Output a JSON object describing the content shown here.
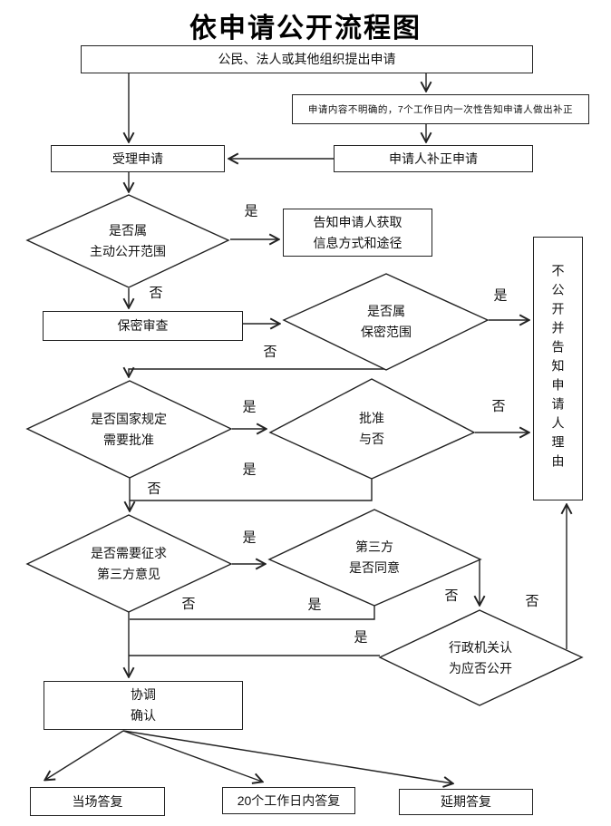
{
  "title": "依申请公开流程图",
  "labels": {
    "yes": "是",
    "no": "否"
  },
  "nodes": {
    "apply": "公民、法人或其他组织提出申请",
    "supplement_notice": "申请内容不明确的，7个工作日内一次性告知申请人做出补正",
    "accept": "受理申请",
    "correct": "申请人补正申请",
    "inform": "告知申请人获取\n信息方式和途径",
    "secrecy_review": "保密审查",
    "not_open": "不公开并告知申请人理由",
    "coordinate": "协调\n确认",
    "onspot_reply": "当场答复",
    "days20_reply": "20个工作日内答复",
    "delay_reply": "延期答复",
    "proactive_scope": "是否属\n主动公开范围",
    "secrecy_scope": "是否属\n保密范围",
    "state_approval": "是否国家规定\n需要批准",
    "approved": "批准\n与否",
    "third_party_need": "是否需要征求\n第三方意见",
    "third_party_agree": "第三方\n是否同意",
    "agency_decide": "行政机关认\n为应否公开"
  }
}
